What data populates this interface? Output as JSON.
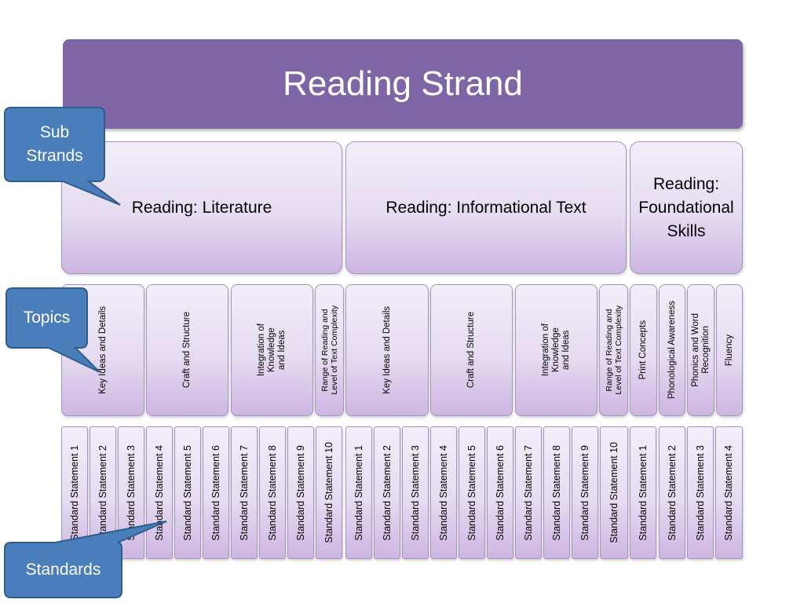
{
  "title": "Reading Strand",
  "colors": {
    "header": "#7e65a6",
    "callout": "#4a7ebb",
    "callout_border": "#2f5d8c",
    "box_border": "#a494c0"
  },
  "strands": [
    {
      "label": "Reading: Literature"
    },
    {
      "label": "Reading: Informational Text"
    },
    {
      "label": "Reading:\nFoundational\nSkills"
    }
  ],
  "topics": [
    "Key Ideas and Details",
    "Craft and Structure",
    "Integration of\nKnowledge\nand Ideas",
    "Range of Reading and\nLevel of Text Complexity",
    "Key Ideas and Details",
    "Craft and Structure",
    "Integration of\nKnowledge\nand Ideas",
    "Range of Reading and\nLevel of Text Complexity",
    "Print Concepts",
    "Phonological Awareness",
    "Phonics and Word\nRecognition",
    "Fluency"
  ],
  "standards": [
    "Standard Statement  1",
    "Standard Statement 2",
    "Standard Statement 3",
    "Standard Statement 4",
    "Standard Statement 5",
    "Standard Statement 6",
    "Standard Statement 7",
    "Standard Statement 8",
    "Standard Statement 9",
    "Standard Statement 10",
    "Standard Statement 1",
    "Standard Statement 2",
    "Standard Statement 3",
    "Standard Statement 4",
    "Standard Statement 5",
    "Standard Statement 6",
    "Standard Statement 7",
    "Standard Statement 8",
    "Standard Statement 9",
    "Standard Statement 10",
    "Standard Statement 1",
    "Standard Statement 2",
    "Standard Statement 3",
    "Standard Statement 4"
  ],
  "callouts": [
    {
      "label": "Sub\nStrands"
    },
    {
      "label": "Topics"
    },
    {
      "label": "Standards"
    }
  ]
}
